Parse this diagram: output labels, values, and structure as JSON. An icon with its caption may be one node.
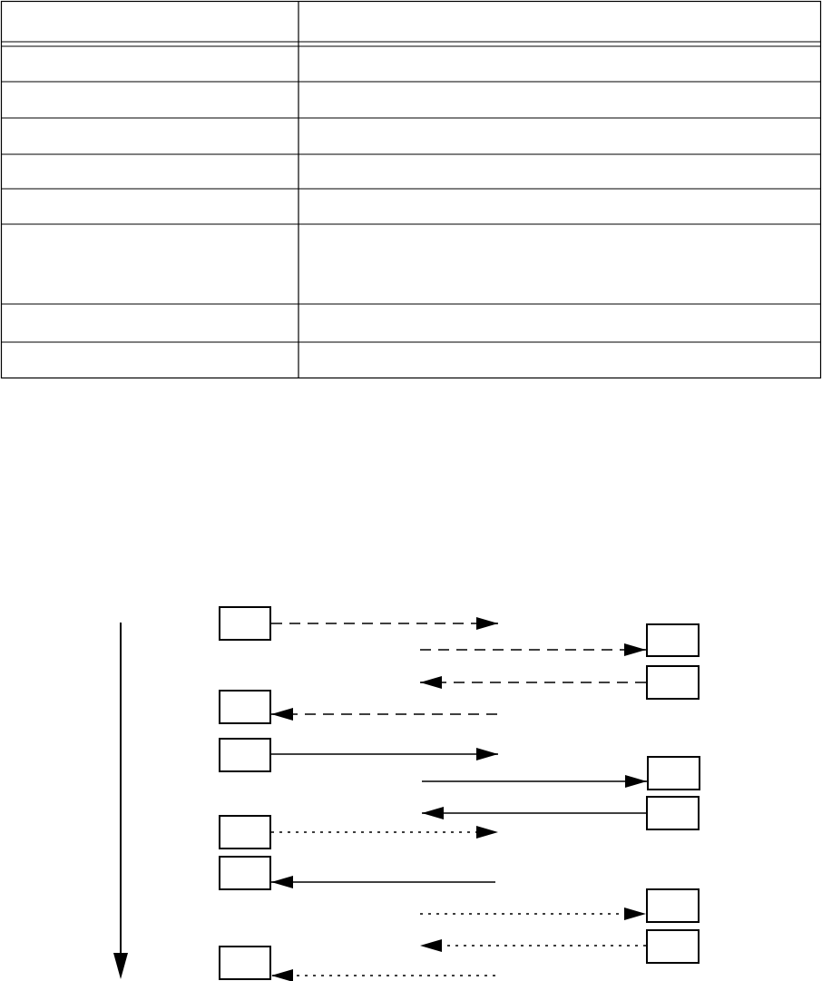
{
  "diagram": {
    "nodes": [
      {
        "text": [],
        "shape": "box"
      },
      {
        "text": [],
        "shape": "box"
      },
      {
        "text": [],
        "shape": "box"
      },
      {
        "text": [],
        "shape": "box"
      },
      {
        "text": [],
        "shape": "box"
      },
      {
        "text": [],
        "shape": "box"
      },
      {
        "text": [],
        "shape": "box"
      },
      {
        "text": [],
        "shape": "box"
      },
      {
        "text": [],
        "shape": "box"
      },
      {
        "text": [],
        "shape": "box"
      },
      {
        "text": [],
        "shape": "box"
      },
      {
        "text": [],
        "shape": "box"
      }
    ],
    "edges": [
      {
        "from": 0,
        "to": null,
        "arrow": "to",
        "style": "dashed"
      },
      {
        "from": null,
        "to": 1,
        "arrow": "to",
        "style": "dashed"
      },
      {
        "from": 2,
        "to": null,
        "arrow": "to",
        "style": "dashed"
      },
      {
        "from": null,
        "to": 3,
        "arrow": "to",
        "style": "dashed"
      },
      {
        "from": 4,
        "to": null,
        "arrow": "to"
      },
      {
        "from": null,
        "to": 5,
        "arrow": "to"
      },
      {
        "from": 6,
        "to": null,
        "arrow": "to"
      },
      {
        "from": 7,
        "to": null,
        "arrow": "to",
        "style": "dashed"
      },
      {
        "from": null,
        "to": 8,
        "arrow": "to"
      },
      {
        "from": null,
        "to": 9,
        "arrow": "to",
        "style": "dashed"
      },
      {
        "from": 10,
        "to": null,
        "arrow": "to",
        "style": "dashed"
      },
      {
        "from": null,
        "to": 11,
        "arrow": "to",
        "style": "dashed"
      }
    ]
  }
}
